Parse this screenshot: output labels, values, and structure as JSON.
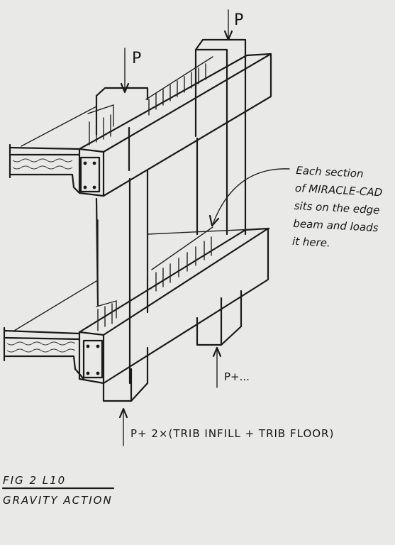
{
  "labels": {
    "load_top_left": "P",
    "load_top_right": "P",
    "note_lines": [
      "Each section",
      "of MIRACLE-CAD",
      "sits on the edge",
      "beam and loads",
      "it here."
    ],
    "reaction_right": "P+...",
    "reaction_main": "P+ 2×(TRIB INFILL + TRIB FLOOR)",
    "figure_number": "FIG 2 L10",
    "figure_title": "GRAVITY ACTION"
  },
  "colors": {
    "ink": "#1a1a1a",
    "paper": "#e9e9e7"
  }
}
